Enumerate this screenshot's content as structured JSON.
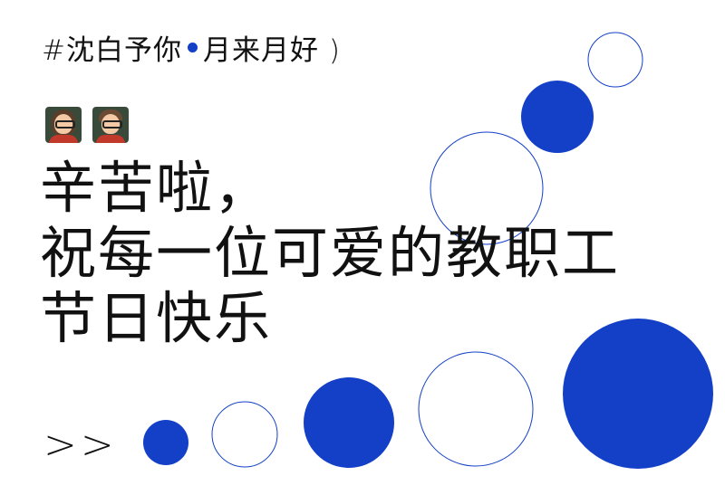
{
  "hashtag": {
    "prefix": "#沈白予你",
    "suffix": "月来月好 )"
  },
  "emojis": [
    "female-teacher-emoji",
    "male-teacher-emoji"
  ],
  "headline": {
    "line1": "辛苦啦，",
    "line2": "祝每一位可爱的教职工",
    "line3": "节日快乐"
  },
  "arrows": ">>",
  "colors": {
    "accent": "#1440c8",
    "text": "#111111",
    "background": "#ffffff"
  }
}
